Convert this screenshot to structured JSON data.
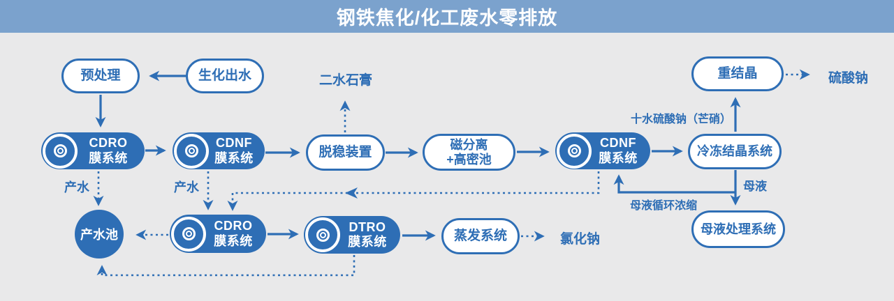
{
  "header": {
    "title": "钢铁焦化/化工废水零排放"
  },
  "colors": {
    "accent": "#2e6eb5",
    "header_bg": "#7ba2cd",
    "background": "#e9e9ea",
    "node_fill": "#ffffff",
    "text_on_blue": "#ffffff"
  },
  "diagram": {
    "nodes": {
      "pretreatment": {
        "label": "预处理"
      },
      "bio_effluent": {
        "label": "生化出水"
      },
      "cdro_top": {
        "line1": "CDRO",
        "line2": "膜系统"
      },
      "cdnf_left": {
        "line1": "CDNF",
        "line2": "膜系统"
      },
      "destabilizer": {
        "label": "脱稳装置"
      },
      "magnetic_separation": {
        "line1": "磁分离",
        "line2": "+高密池"
      },
      "cdnf_right": {
        "line1": "CDNF",
        "line2": "膜系统"
      },
      "freeze_crystallizer": {
        "label": "冷冻结晶系统"
      },
      "recrystallizer": {
        "label": "重结晶"
      },
      "product_water_pool": {
        "label": "产水池"
      },
      "cdro_bottom": {
        "line1": "CDRO",
        "line2": "膜系统"
      },
      "dtro": {
        "line1": "DTRO",
        "line2": "膜系统"
      },
      "evaporation": {
        "label": "蒸发系统"
      },
      "mother_liquor_treatment": {
        "label": "母液处理系统"
      }
    },
    "flow_labels": {
      "gypsum": "二水石膏",
      "sodium_sulfate": "硫酸钠",
      "glauber_salt": "十水硫酸钠（芒硝）",
      "product_water_cdro": "产水",
      "product_water_cdnf": "产水",
      "mother_liquor": "母液",
      "mother_liquor_recycle": "母液循环浓缩",
      "sodium_chloride": "氯化钠"
    }
  }
}
